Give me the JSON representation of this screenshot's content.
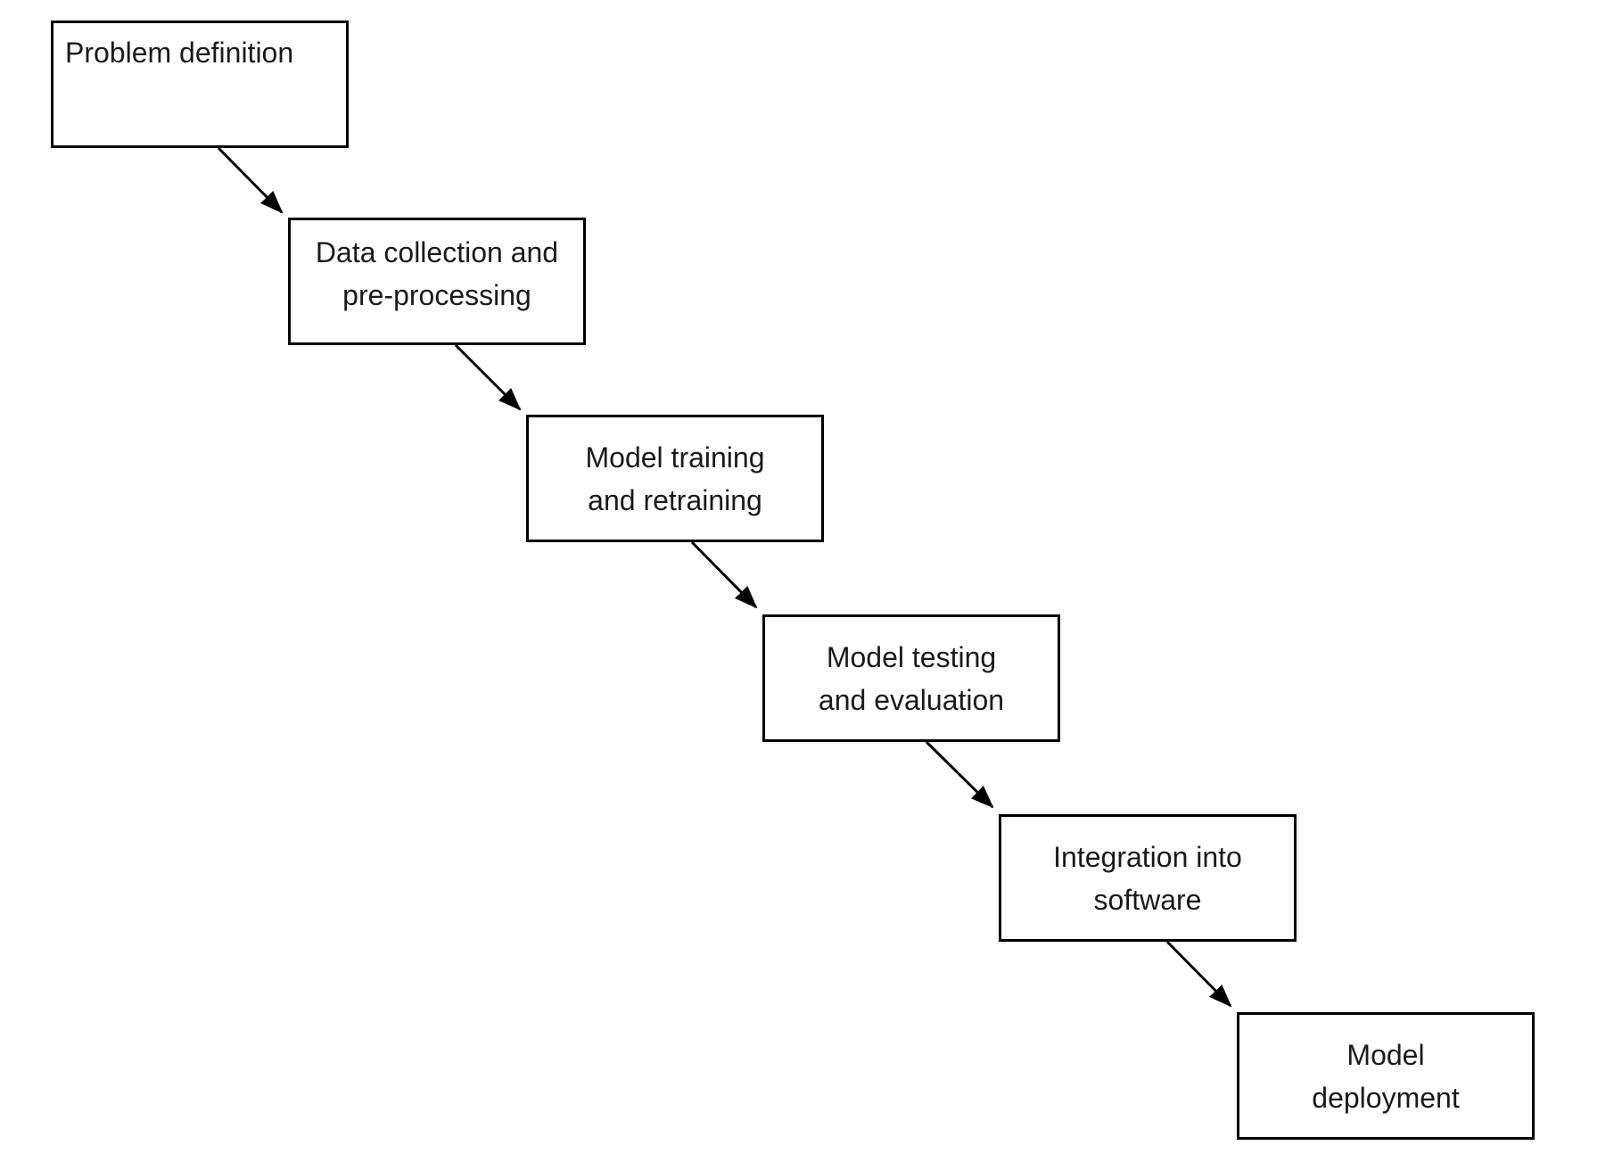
{
  "diagram": {
    "type": "flowchart",
    "description": "Machine learning workflow cascade",
    "colors": {
      "background": "#ffffff",
      "box_border": "#000000",
      "box_fill": "#ffffff",
      "text": "#1a1a1a",
      "arrow": "#000000"
    },
    "nodes": [
      {
        "id": "problem-definition",
        "label": "Problem definition"
      },
      {
        "id": "data-collection",
        "label": "Data collection and\npre-processing"
      },
      {
        "id": "model-training",
        "label": "Model training\nand retraining"
      },
      {
        "id": "model-testing",
        "label": "Model testing\nand evaluation"
      },
      {
        "id": "integration",
        "label": "Integration into\nsoftware"
      },
      {
        "id": "model-deployment",
        "label": "Model\ndeployment"
      }
    ],
    "edges": [
      {
        "from": "problem-definition",
        "to": "data-collection"
      },
      {
        "from": "data-collection",
        "to": "model-training"
      },
      {
        "from": "model-training",
        "to": "model-testing"
      },
      {
        "from": "model-testing",
        "to": "integration"
      },
      {
        "from": "integration",
        "to": "model-deployment"
      }
    ]
  }
}
